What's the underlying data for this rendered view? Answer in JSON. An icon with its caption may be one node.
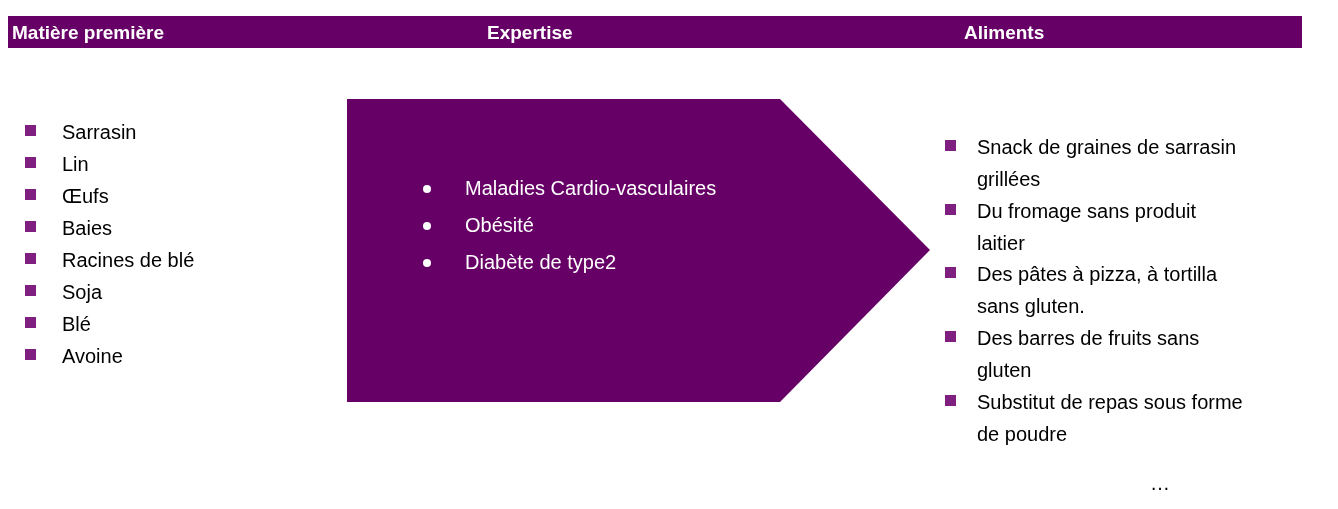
{
  "diagram": {
    "nodes": [
      {
        "text": [
          "Matière première",
          "Expertise",
          "Aliments"
        ]
      },
      {
        "text": [
          "Maladies Cardio-vasculaires",
          "Obésité",
          "Diabète de type2"
        ]
      }
    ],
    "labels": [
      "Sarrasin",
      "Lin",
      "Œufs",
      "Baies",
      "Racines de blé",
      "Soja",
      "Blé",
      "Avoine",
      "Snack de graines de sarrasin grillées",
      "Du fromage sans produit laitier",
      "Des pâtes à pizza, à tortilla sans gluten.",
      "Des barres de fruits sans gluten",
      "Substitut de repas sous forme de poudre",
      "…"
    ]
  }
}
